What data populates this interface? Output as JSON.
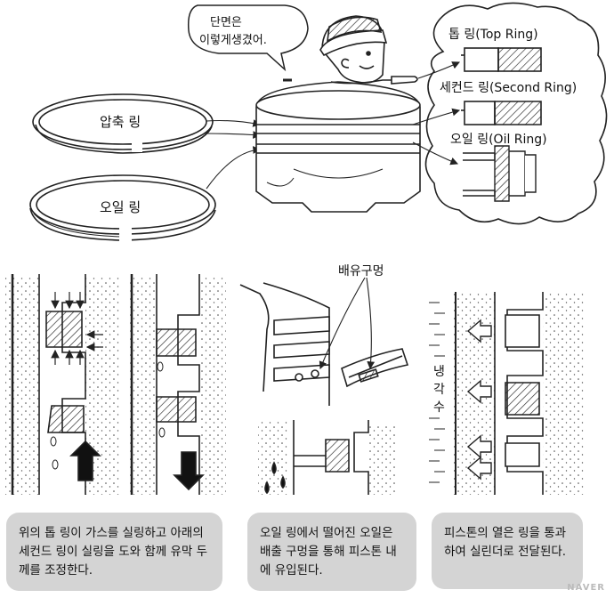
{
  "speech_bubble": {
    "line1": "단면은",
    "line2": "이렇게생겼어."
  },
  "ring_labels": {
    "top_ring": "톱 링(Top Ring)",
    "second_ring": "세컨드 링(Second Ring)",
    "oil_ring": "오일 링(Oil Ring)",
    "compression_ring": "압축 링",
    "oil_ring_left": "오일 링"
  },
  "panel_labels": {
    "drain_hole": "배유구멍",
    "cooling_water": "냉각수"
  },
  "captions": [
    "위의 톱 링이 가스를 실링하고 아래의 세컨드 링이 실링을 도와 함께 유막 두께를 조정한다.",
    "오일 링에서 떨어진 오일은 배출 구멍을 통해 피스톤 내에 유입된다.",
    "피스톤의 열은 링을 통과하여 실린더로 전달된다."
  ],
  "watermark": "NAVER"
}
